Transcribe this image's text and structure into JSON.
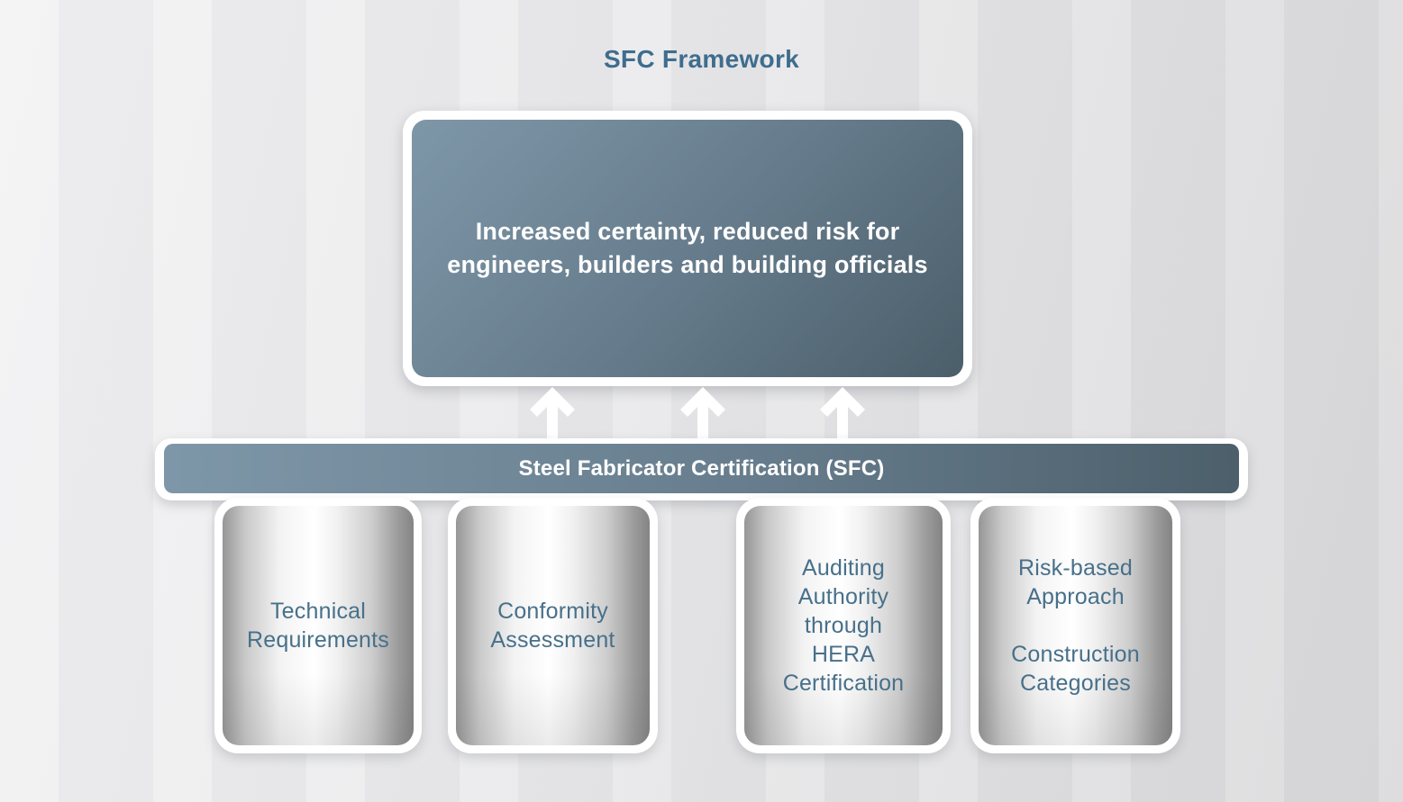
{
  "title": "SFC Framework",
  "outcome_box": {
    "lines": [
      "Increased certainty, reduced risk for",
      "engineers, builders and building officials"
    ]
  },
  "certification_bar": {
    "label": "Steel Fabricator Certification (SFC)"
  },
  "arrows": {
    "icon": "up-arrow",
    "count": 3,
    "color": "#ffffff"
  },
  "pillars": [
    {
      "id": "technical-requirements",
      "lines": [
        "Technical",
        "Requirements"
      ]
    },
    {
      "id": "conformity-assessment",
      "lines": [
        "Conformity",
        "Assessment"
      ]
    },
    {
      "id": "auditing-authority",
      "lines": [
        "Auditing",
        "Authority",
        "through",
        "HERA",
        "Certification"
      ]
    },
    {
      "id": "risk-based-approach",
      "lines": [
        "Risk-based",
        "Approach",
        "",
        "Construction",
        "Categories"
      ]
    }
  ],
  "colors": {
    "title_text": "#3f6d8e",
    "pillar_text": "#47708a",
    "slate_gradient_light": "#7e97a8",
    "slate_gradient_dark": "#4b5e6a",
    "arrow": "#ffffff",
    "card_border": "#ffffff",
    "metallic_edge": "#8a8a8a",
    "background_light": "#f3f3f4",
    "background_dark": "#d9d9db"
  }
}
